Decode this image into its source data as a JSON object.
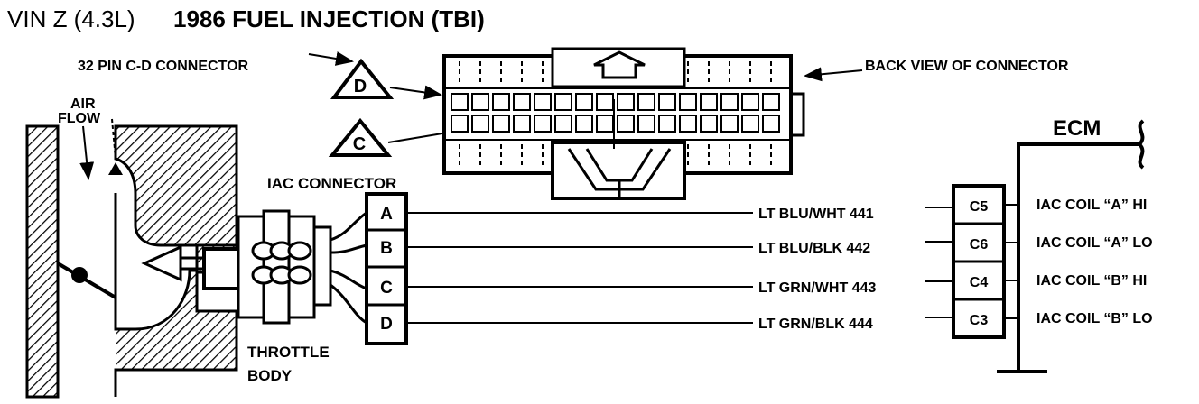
{
  "title": {
    "vin": "VIN Z (4.3L)",
    "main": "1986 FUEL INJECTION (TBI)"
  },
  "labels": {
    "connector_32pin": "32 PIN C-D CONNECTOR",
    "back_view": "BACK VIEW OF CONNECTOR",
    "air": "AIR",
    "flow": "FLOW",
    "iac_connector": "IAC CONNECTOR",
    "throttle": "THROTTLE",
    "body": "BODY",
    "ecm": "ECM"
  },
  "connector_tags": {
    "d": "D",
    "c": "C"
  },
  "circuits": [
    {
      "pin": "A",
      "wire": "LT BLU/WHT  441",
      "ecm_pin": "C5",
      "function": "IAC COIL “A”  HI"
    },
    {
      "pin": "B",
      "wire": "LT BLU/BLK  442",
      "ecm_pin": "C6",
      "function": "IAC COIL “A”  LO"
    },
    {
      "pin": "C",
      "wire": "LT GRN/WHT 443",
      "ecm_pin": "C4",
      "function": "IAC COIL “B”  HI"
    },
    {
      "pin": "D",
      "wire": "LT GRN/BLK 444",
      "ecm_pin": "C3",
      "function": "IAC COIL “B”  LO"
    }
  ]
}
